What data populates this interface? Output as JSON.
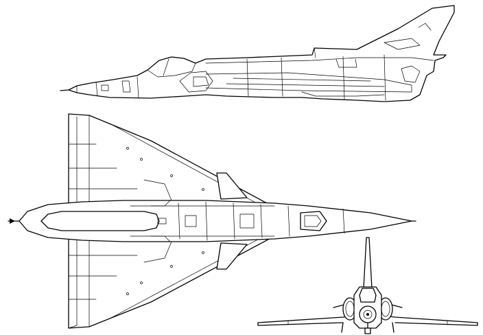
{
  "drawing": {
    "views": [
      "side-view",
      "top-view",
      "front-view"
    ],
    "line_color": "#000000",
    "background_color": "#ffffff"
  }
}
